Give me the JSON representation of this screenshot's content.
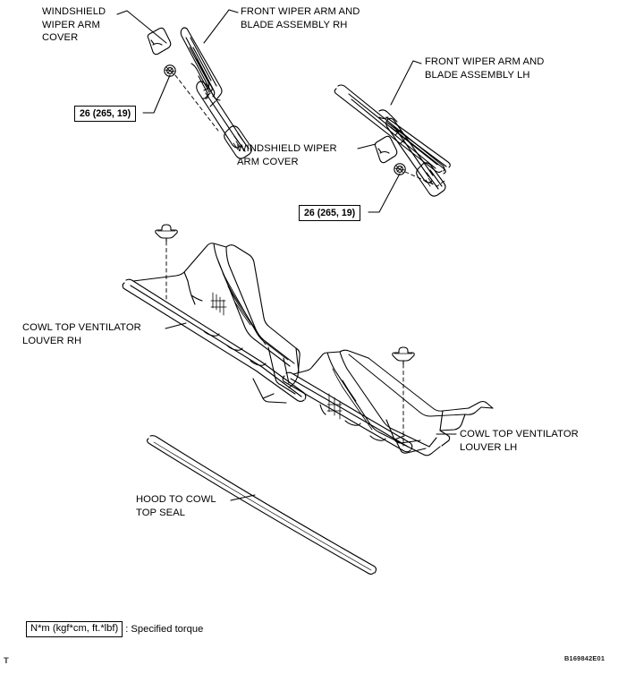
{
  "document": {
    "id_code": "B169842E01",
    "corner_mark": "T"
  },
  "labels": [
    {
      "name": "windshield-wiper-arm-cover-rh",
      "lines": [
        "WINDSHIELD",
        "WIPER ARM",
        "COVER"
      ],
      "text": "WINDSHIELD\nWIPER ARM\nCOVER"
    },
    {
      "name": "front-wiper-arm-blade-rh",
      "lines": [
        "FRONT WIPER ARM AND",
        "BLADE ASSEMBLY RH"
      ],
      "text": "FRONT WIPER ARM AND\nBLADE ASSEMBLY RH"
    },
    {
      "name": "front-wiper-arm-blade-lh",
      "lines": [
        "FRONT WIPER ARM AND",
        "BLADE ASSEMBLY LH"
      ],
      "text": "FRONT WIPER ARM AND\nBLADE ASSEMBLY LH"
    },
    {
      "name": "windshield-wiper-arm-cover-lh",
      "lines": [
        "WINDSHIELD WIPER",
        "ARM COVER"
      ],
      "text": "WINDSHIELD WIPER\nARM COVER"
    },
    {
      "name": "cowl-top-ventilator-louver-rh",
      "lines": [
        "COWL TOP VENTILATOR",
        "LOUVER RH"
      ],
      "text": "COWL TOP VENTILATOR\nLOUVER RH"
    },
    {
      "name": "cowl-top-ventilator-louver-lh",
      "lines": [
        "COWL TOP VENTILATOR",
        "LOUVER LH"
      ],
      "text": "COWL TOP VENTILATOR\nLOUVER LH"
    },
    {
      "name": "hood-to-cowl-top-seal",
      "lines": [
        "HOOD TO COWL",
        "TOP SEAL"
      ],
      "text": "HOOD TO COWL\nTOP SEAL"
    }
  ],
  "torque_callouts": [
    {
      "name": "torque-callout-rh",
      "text": "26 (265, 19)"
    },
    {
      "name": "torque-callout-lh",
      "text": "26 (265, 19)"
    }
  ],
  "legend": {
    "box_text": "N*m (kgf*cm, ft.*lbf)",
    "description": ": Specified torque"
  },
  "colors": {
    "line": "#000000",
    "background": "#ffffff"
  }
}
